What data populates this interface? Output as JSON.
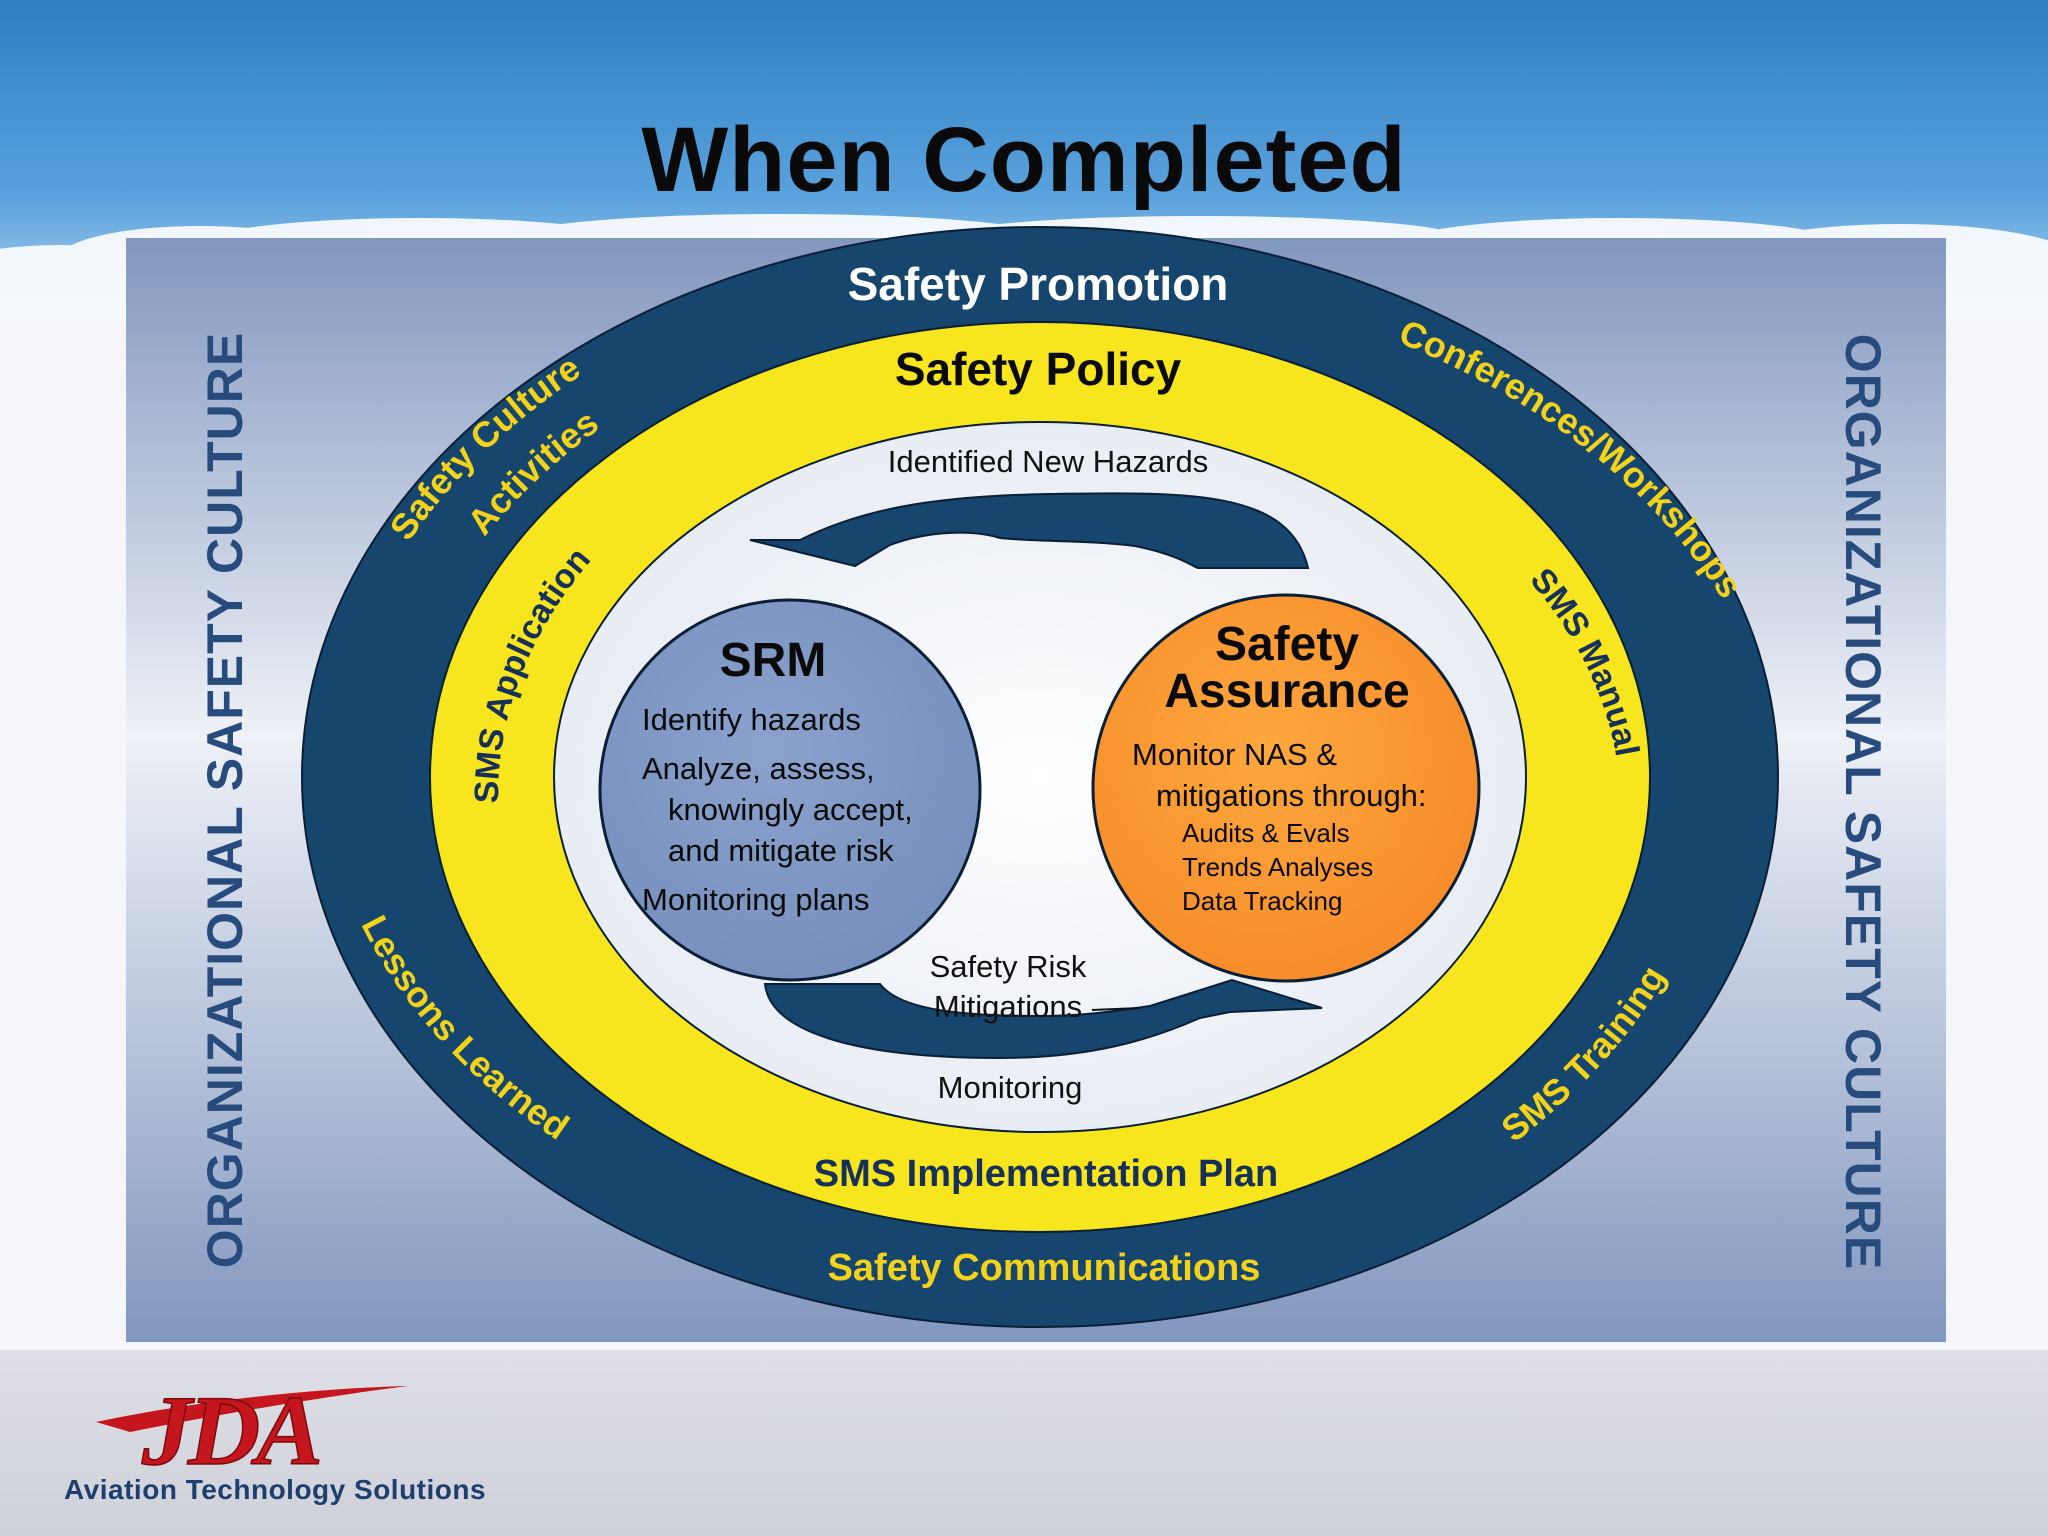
{
  "slide": {
    "title": "When Completed",
    "side_label": "ORGANIZATIONAL SAFETY CULTURE"
  },
  "rings": {
    "outer_top": "Safety Promotion",
    "outer_bottom": "Safety Communications",
    "outer_left_upper_1": "Safety Culture",
    "outer_left_upper_2": "Activities",
    "outer_left_lower": "Lessons Learned",
    "outer_right_upper": "Conferences/Workshops",
    "outer_right_lower": "SMS Training",
    "middle_top": "Safety Policy",
    "middle_bottom": "SMS Implementation Plan",
    "middle_left": "SMS Application",
    "middle_right": "SMS Manual"
  },
  "cycle": {
    "top_arrow_label": "Identified New Hazards",
    "bottom_label_1": "Safety Risk",
    "bottom_label_2": "Mitigations",
    "bottom_label_3": "Monitoring"
  },
  "srm": {
    "title": "SRM",
    "lines": [
      "Identify hazards",
      "Analyze, assess,",
      "knowingly accept,",
      "and mitigate risk",
      "Monitoring plans"
    ]
  },
  "assurance": {
    "title_1": "Safety",
    "title_2": "Assurance",
    "line_1": "Monitor NAS &",
    "line_2": "mitigations through:",
    "items": [
      "Audits & Evals",
      "Trends Analyses",
      "Data Tracking"
    ]
  },
  "footer": {
    "logo_text": "JDA",
    "tagline": "Aviation Technology Solutions"
  },
  "colors": {
    "navy": "#16456e",
    "yellow": "#f7e51d",
    "yellow_text": "#f2d21a",
    "srm_fill": "#7f98c4",
    "assurance_fill": "#fa9a32",
    "side_text": "#274b7c",
    "logo_red": "#c4161c"
  }
}
